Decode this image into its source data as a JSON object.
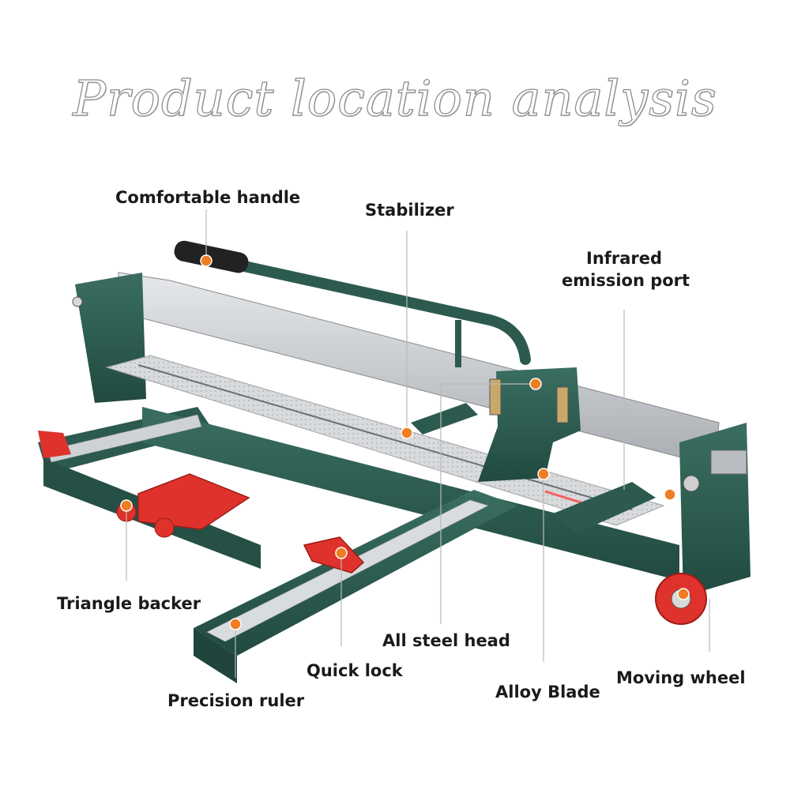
{
  "title": "Product location analysis",
  "labels": {
    "handle": "Comfortable handle",
    "stabilizer": "Stabilizer",
    "infrared_line1": "Infrared",
    "infrared_line2": "emission port",
    "triangle_backer": "Triangle backer",
    "all_steel_head": "All steel head",
    "quick_lock": "Quick lock",
    "alloy_blade": "Alloy Blade",
    "moving_wheel": "Moving wheel",
    "precision_ruler": "Precision ruler"
  },
  "colors": {
    "frame": "#2d5a4f",
    "frame_dark": "#1f453c",
    "steel": "#c9ccd0",
    "accent": "#e0322c",
    "marker": "#ef7d22"
  }
}
